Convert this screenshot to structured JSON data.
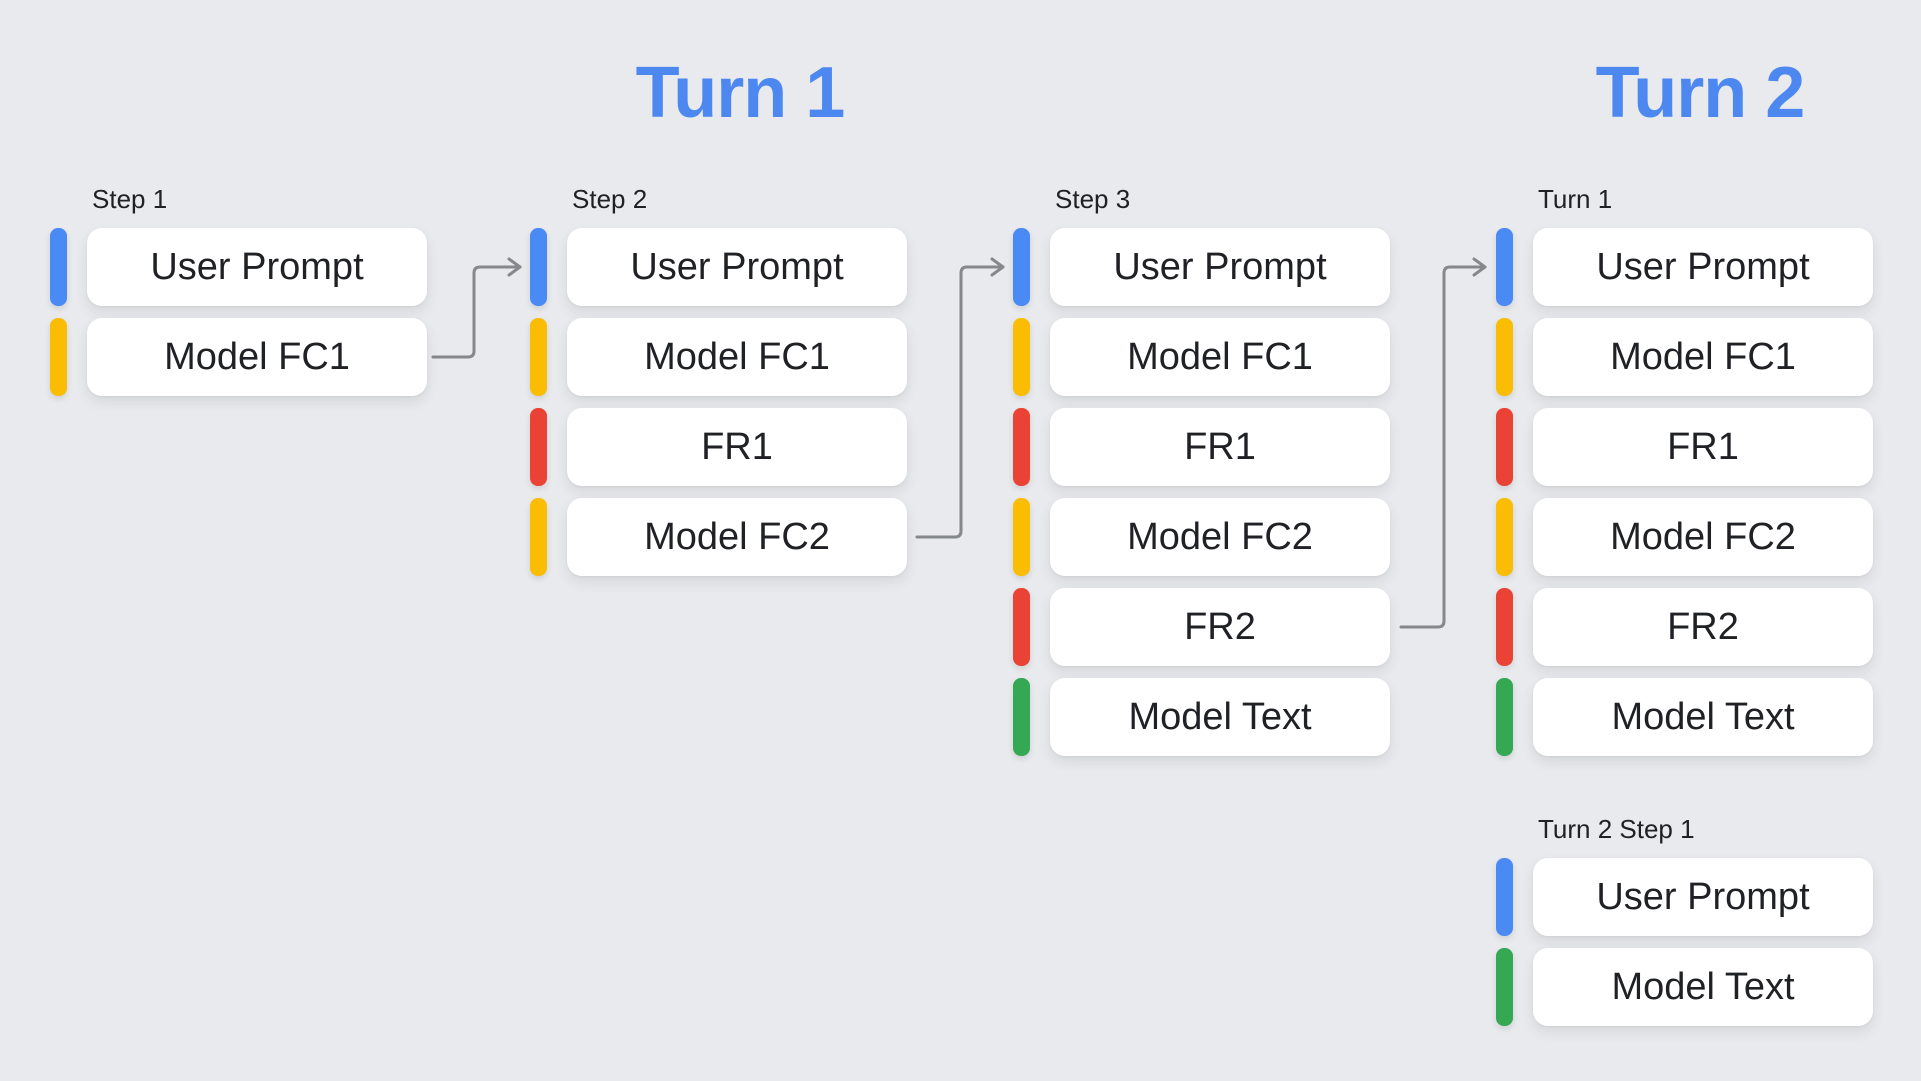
{
  "header": {
    "turn1_title": "Turn 1",
    "turn2_title": "Turn 2"
  },
  "colors": {
    "background": "#E8EAED",
    "box": "#FFFFFF",
    "blue": "#4A8AF4",
    "yellow": "#FBBC04",
    "red": "#EA4335",
    "green": "#34A853",
    "title": "#4D87F0",
    "arrow": "#85888C",
    "text": "#1F2124",
    "label": "#202124"
  },
  "groups": [
    {
      "label": "Step 1",
      "items": [
        {
          "label": "User Prompt",
          "color": "blue"
        },
        {
          "label": "Model FC1",
          "color": "yellow"
        }
      ]
    },
    {
      "label": "Step 2",
      "items": [
        {
          "label": "User Prompt",
          "color": "blue"
        },
        {
          "label": "Model FC1",
          "color": "yellow"
        },
        {
          "label": "FR1",
          "color": "red"
        },
        {
          "label": "Model FC2",
          "color": "yellow"
        }
      ]
    },
    {
      "label": "Step 3",
      "items": [
        {
          "label": "User Prompt",
          "color": "blue"
        },
        {
          "label": "Model FC1",
          "color": "yellow"
        },
        {
          "label": "FR1",
          "color": "red"
        },
        {
          "label": "Model FC2",
          "color": "yellow"
        },
        {
          "label": "FR2",
          "color": "red"
        },
        {
          "label": "Model Text",
          "color": "green"
        }
      ]
    },
    {
      "label": "Turn 1",
      "items": [
        {
          "label": "User Prompt",
          "color": "blue"
        },
        {
          "label": "Model FC1",
          "color": "yellow"
        },
        {
          "label": "FR1",
          "color": "red"
        },
        {
          "label": "Model FC2",
          "color": "yellow"
        },
        {
          "label": "FR2",
          "color": "red"
        },
        {
          "label": "Model Text",
          "color": "green"
        }
      ]
    },
    {
      "label": "Turn 2 Step 1",
      "items": [
        {
          "label": "User Prompt",
          "color": "blue"
        },
        {
          "label": "Model Text",
          "color": "green"
        }
      ]
    }
  ]
}
